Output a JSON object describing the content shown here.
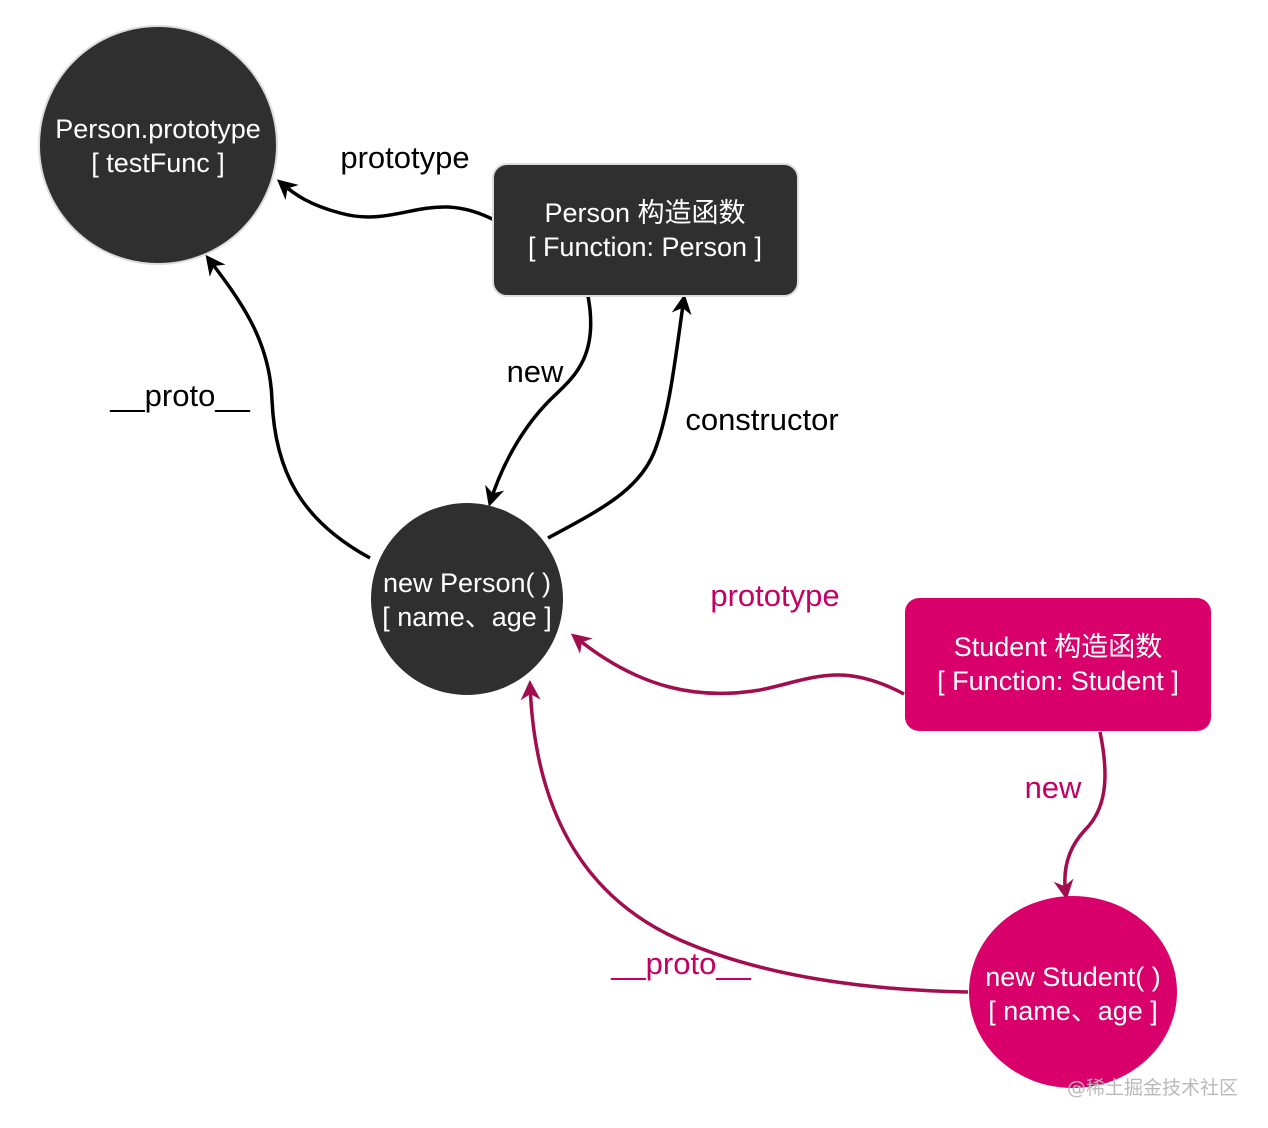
{
  "colors": {
    "dark_node": "#2f2f2f",
    "pink_node": "#d9006c",
    "black_edge": "#000000",
    "magenta_edge": "#a10d4f",
    "pink_label": "#c50063",
    "node_text": "#ffffff",
    "watermark": "#b9b9b9"
  },
  "nodes": {
    "person_prototype": {
      "line1": "Person.prototype",
      "line2": "[ testFunc ]"
    },
    "person_constructor": {
      "line1": "Person 构造函数",
      "line2": "[ Function: Person ]"
    },
    "person_instance": {
      "line1": "new Person( )",
      "line2": "[ name、age ]"
    },
    "student_constructor": {
      "line1": "Student 构造函数",
      "line2": "[ Function: Student ]"
    },
    "student_instance": {
      "line1": "new Student( )",
      "line2": "[ name、age ]"
    }
  },
  "edges": {
    "person_prototype_link": {
      "label": "prototype",
      "color": "black"
    },
    "person_new": {
      "label": "new",
      "color": "black"
    },
    "person_constructor_link": {
      "label": "constructor",
      "color": "black"
    },
    "person_proto": {
      "label": "__proto__",
      "color": "black"
    },
    "student_prototype_link": {
      "label": "prototype",
      "color": "magenta"
    },
    "student_new": {
      "label": "new",
      "color": "magenta"
    },
    "student_proto": {
      "label": "__proto__",
      "color": "magenta"
    }
  },
  "watermark": "@稀土掘金技术社区"
}
